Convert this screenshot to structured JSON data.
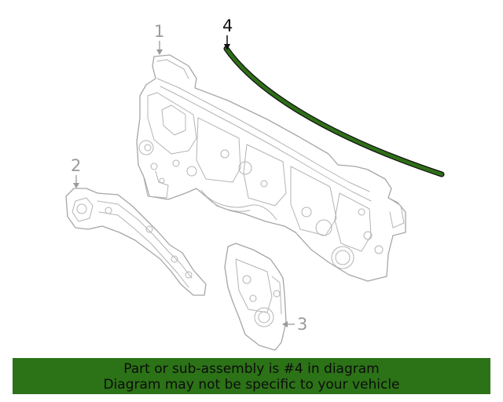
{
  "diagram": {
    "callouts": [
      {
        "label": "1",
        "highlighted": false
      },
      {
        "label": "2",
        "highlighted": false
      },
      {
        "label": "3",
        "highlighted": false
      },
      {
        "label": "4",
        "highlighted": true
      }
    ],
    "highlight_color": "#2e6f17",
    "line_color": "#a6a6a6"
  },
  "banner": {
    "line1": "Part or sub-assembly is #4 in diagram",
    "line2": "Diagram may not be specific to your vehicle",
    "background": "#2c7217"
  }
}
